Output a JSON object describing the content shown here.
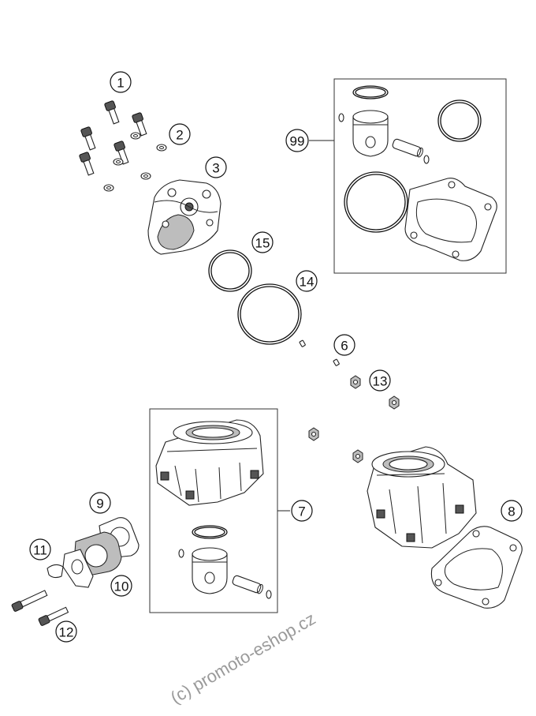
{
  "callouts": [
    {
      "id": "1",
      "label": "1"
    },
    {
      "id": "2",
      "label": "2"
    },
    {
      "id": "3",
      "label": "3"
    },
    {
      "id": "6",
      "label": "6"
    },
    {
      "id": "7",
      "label": "7"
    },
    {
      "id": "8",
      "label": "8"
    },
    {
      "id": "9",
      "label": "9"
    },
    {
      "id": "10",
      "label": "10"
    },
    {
      "id": "11",
      "label": "11"
    },
    {
      "id": "12",
      "label": "12"
    },
    {
      "id": "13",
      "label": "13"
    },
    {
      "id": "14",
      "label": "14"
    },
    {
      "id": "15",
      "label": "15"
    },
    {
      "id": "99",
      "label": "99"
    }
  ],
  "watermark": "(c) promoto-eshop.cz"
}
